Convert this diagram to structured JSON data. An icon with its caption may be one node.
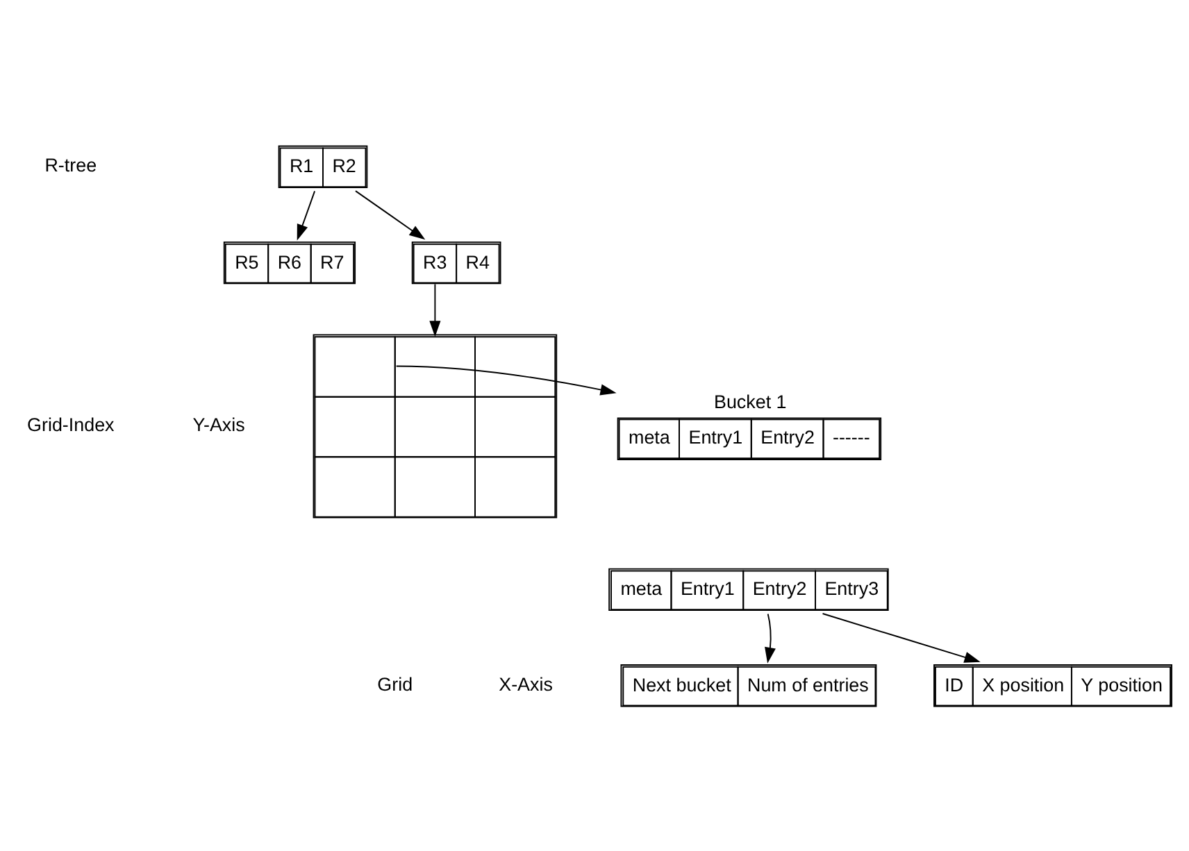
{
  "diagram": {
    "nodes": [
      {
        "text": [
          "R1",
          "R2"
        ]
      },
      {
        "text": [
          "R3",
          "R4"
        ]
      },
      {
        "text": [
          "R5",
          "R6",
          "R7"
        ]
      },
      {
        "text": [],
        "shape": "box"
      },
      {
        "text": [
          "meta",
          "Entry1",
          "Entry2",
          "------"
        ],
        "beside": [
          "Bucket 1"
        ]
      },
      {
        "text": [
          "meta",
          "Entry1",
          "Entry2",
          "Entry3"
        ]
      },
      {
        "text": [
          "Next bucket",
          "Num of entries"
        ]
      },
      {
        "text": [
          "ID",
          "X position",
          "Y position"
        ]
      }
    ],
    "edges": [
      {
        "from": 0,
        "to": 1,
        "arrow": "to"
      },
      {
        "from": 0,
        "to": 2,
        "arrow": "to"
      },
      {
        "from": 1,
        "to": 3,
        "arrow": "to"
      },
      {
        "from": 3,
        "to": 4,
        "arrow": "to"
      },
      {
        "from": 5,
        "to": 6,
        "arrow": "to"
      },
      {
        "from": 5,
        "to": 7,
        "arrow": "to"
      }
    ],
    "labels": [
      "R-tree",
      "Grid-Index",
      "Y-Axis",
      "Grid",
      "X-Axis"
    ]
  }
}
